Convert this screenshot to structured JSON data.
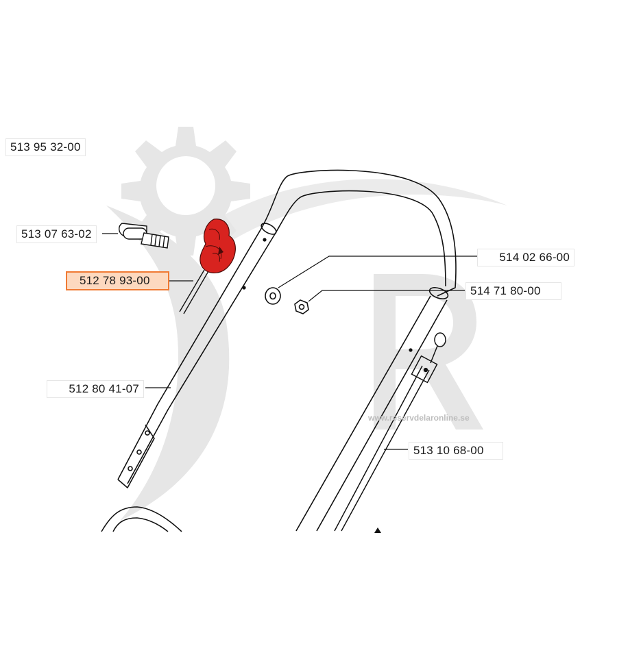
{
  "parts": [
    {
      "id": "p1",
      "number": "513 95 32-00",
      "highlighted": false
    },
    {
      "id": "p2",
      "number": "513 07 63-02",
      "highlighted": false
    },
    {
      "id": "p3",
      "number": "512 78 93-00",
      "highlighted": true
    },
    {
      "id": "p4",
      "number": "512 80 41-07",
      "highlighted": false
    },
    {
      "id": "p5",
      "number": "514 02 66-00",
      "highlighted": false
    },
    {
      "id": "p6",
      "number": "514 71 80-00",
      "highlighted": false
    },
    {
      "id": "p7",
      "number": "513 10 68-00",
      "highlighted": false
    }
  ],
  "watermark": {
    "url": "www.reservdelaronline.se"
  },
  "colors": {
    "highlight_border": "#f07a33",
    "highlight_fill": "#fdd9bf",
    "control_red": "#d8231f",
    "line": "#111111",
    "watermark_gray": "#d9d9d9"
  }
}
